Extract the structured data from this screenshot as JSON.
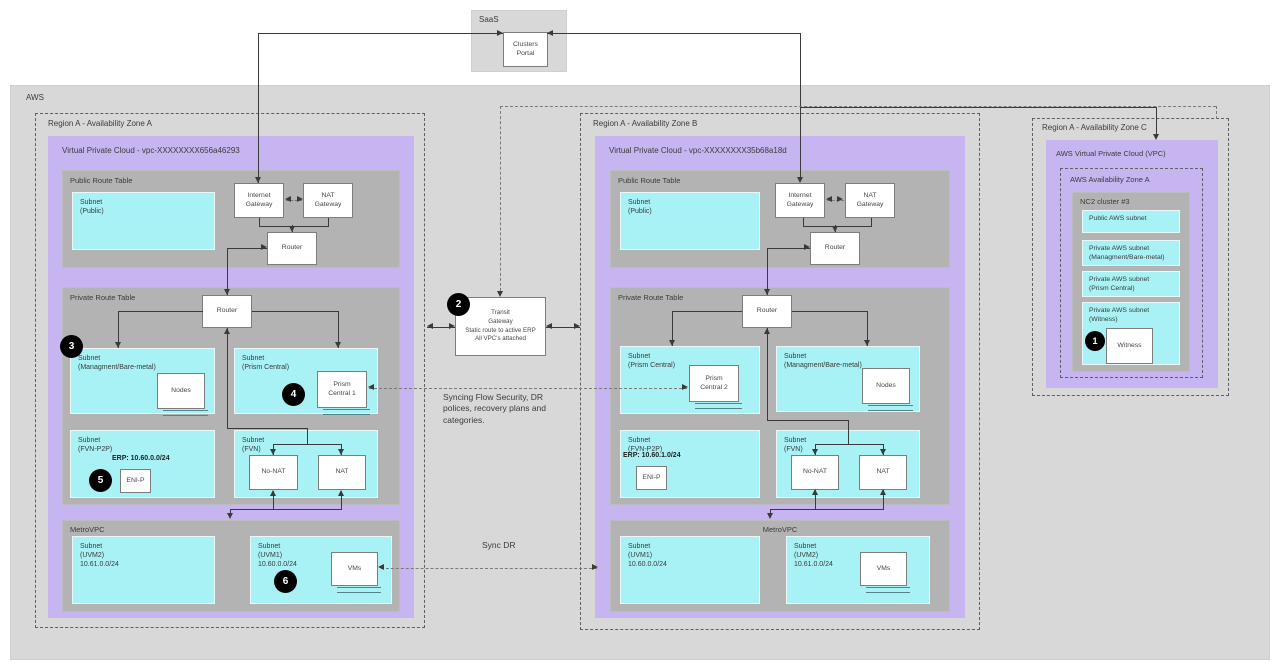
{
  "saas": {
    "label": "SaaS",
    "portal": "Clusters\nPortal"
  },
  "aws": {
    "label": "AWS"
  },
  "transit_gateway": {
    "badge": "2",
    "label": "Transit\nGateway\nStatic route to active ERP\nAll VPC's attached"
  },
  "annotations": {
    "sync_flow": "Syncing Flow Security, DR\npolices, recovery plans and\ncategories.",
    "sync_dr": "Sync DR"
  },
  "region_a": {
    "title": "Region A - Availability Zone A",
    "vpc_title": "Virtual Private Cloud - vpc-XXXXXXXX656a46293",
    "public_rt": {
      "title": "Public Route Table",
      "subnet": "Subnet\n(Public)",
      "internet_gateway": "Internet\nGateway",
      "nat_gateway": "NAT\nGateway",
      "router": "Router"
    },
    "private_rt": {
      "title": "Private Route Table",
      "router": "Router",
      "badge_subnet": "3",
      "subnet_mgmt": "Subnet\n(Managment/Bare-metal)",
      "nodes": "Nodes",
      "subnet_prism": "Subnet\n(Prism Central)",
      "badge_prism": "4",
      "prism_central": "Prism\nCentral 1",
      "subnet_fvn_p2p": "Subnet\n(FVN-P2P)",
      "erp": "ERP: 10.60.0.0/24",
      "badge_erp": "5",
      "eni": "ENI-P",
      "subnet_fvn": "Subnet\n(FVN)",
      "no_nat": "No-NAT",
      "nat": "NAT"
    },
    "metro_vpc": {
      "title": "MetroVPC",
      "subnet_uvm2": "Subnet\n(UVM2)\n10.61.0.0/24",
      "subnet_uvm1": "Subnet\n(UVM1)\n10.60.0.0/24",
      "badge": "6",
      "vms": "VMs"
    }
  },
  "region_b": {
    "title": "Region A - Availability Zone B",
    "vpc_title": "Virtual Private Cloud - vpc-XXXXXXXX35b68a18d",
    "public_rt": {
      "title": "Public Route Table",
      "subnet": "Subnet\n(Public)",
      "internet_gateway": "Internet\nGateway",
      "nat_gateway": "NAT\nGateway",
      "router": "Router"
    },
    "private_rt": {
      "title": "Private Route Table",
      "router": "Router",
      "subnet_prism": "Subnet\n(Prism Central)",
      "prism_central": "Prism\nCentral 2",
      "subnet_mgmt": "Subnet\n(Managment/Bare-metal)",
      "nodes": "Nodes",
      "subnet_fvn_p2p": "Subnet\n(FVN-P2P)",
      "erp": "ERP: 10.60.1.0/24",
      "eni": "ENI-P",
      "subnet_fvn": "Subnet\n(FVN)",
      "no_nat": "No-NAT",
      "nat": "NAT"
    },
    "metro_vpc": {
      "title": "MetroVPC",
      "subnet_uvm1": "Subnet\n(UVM1)\n10.60.0.0/24",
      "subnet_uvm2": "Subnet\n(UVM2)\n10.61.0.0/24",
      "vms": "VMs"
    }
  },
  "region_c": {
    "title": "Region A - Availability Zone C",
    "vpc_title": "AWS Virtual Private Cloud (VPC)",
    "az_title": "AWS Availability Zone A",
    "cluster_title": "NC2 cluster #3",
    "subnets": [
      "Public AWS subnet",
      "Private AWS subnet\n(Managment/Bare-metal)",
      "Private AWS subnet\n(Prism Central)",
      "Private AWS subnet\n(Witness)"
    ],
    "badge": "1",
    "witness": "Witness"
  },
  "colors": {
    "purple": "#c7b5f1",
    "cyan": "#a8f2f6",
    "panel_gray": "#b3b3b3",
    "region_gray": "#d8d8d8",
    "badge": "#000000"
  }
}
